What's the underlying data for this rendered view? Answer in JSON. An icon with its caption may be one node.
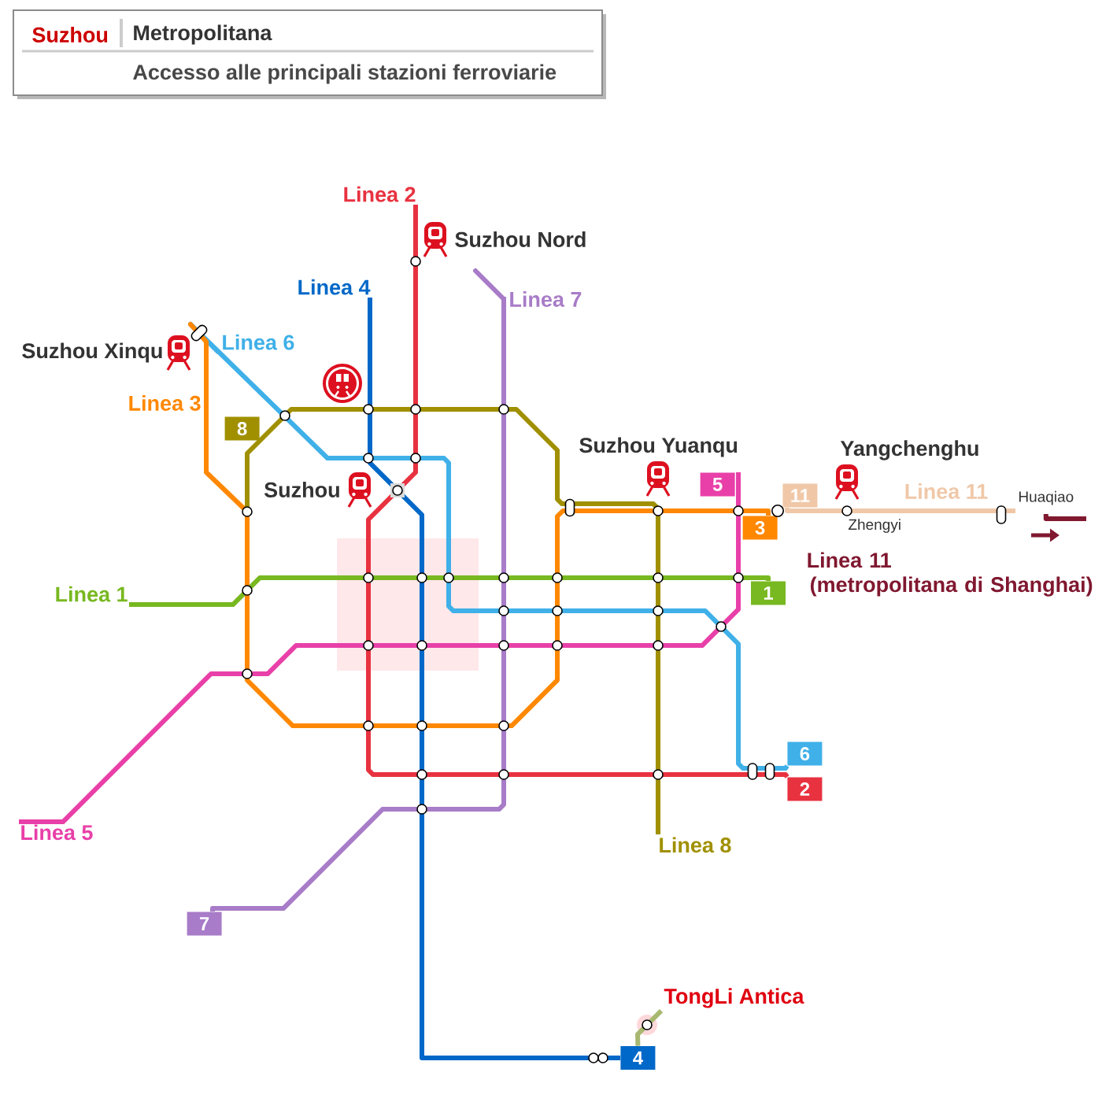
{
  "diagram": {
    "nodes": [
      {
        "text": [
          "Suzhou",
          "Metropolitana",
          "Accesso alle principali stazioni ferroviarie"
        ]
      },
      {
        "text": [
          "Linea 2"
        ]
      },
      {
        "text": [
          "Linea 4"
        ]
      },
      {
        "text": [
          "Linea 7"
        ]
      },
      {
        "text": [
          "Linea 6"
        ]
      },
      {
        "text": [
          "Linea 3"
        ]
      },
      {
        "text": [
          "8"
        ]
      },
      {
        "text": [
          "5"
        ]
      },
      {
        "text": [
          "11"
        ]
      },
      {
        "text": [
          "Huaqiao"
        ]
      },
      {
        "text": [
          "3"
        ]
      },
      {
        "text": [
          "Linea 1"
        ]
      },
      {
        "text": [
          "1"
        ]
      },
      {
        "text": [
          "6"
        ]
      },
      {
        "text": [
          "2"
        ]
      },
      {
        "text": [
          "Linea 5"
        ]
      },
      {
        "text": [
          "Linea 8"
        ]
      },
      {
        "text": [
          "7"
        ]
      },
      {
        "text": [
          "TongLi Antica"
        ]
      },
      {
        "text": [
          "4"
        ]
      }
    ],
    "edges": [
      {
        "from": 1,
        "to": 14,
        "arrow": "none",
        "color": "#e83240"
      },
      {
        "from": 2,
        "to": 19,
        "arrow": "none",
        "color": "#0068c8"
      },
      {
        "from": 3,
        "to": 17,
        "arrow": "none",
        "color": "#a87cc8"
      },
      {
        "from": 4,
        "to": 13,
        "arrow": "none",
        "color": "#40b0e8"
      },
      {
        "from": 5,
        "to": 10,
        "arrow": "none",
        "color": "#ff8800"
      },
      {
        "from": 16,
        "to": 6,
        "arrow": "none",
        "color": "#a09000"
      },
      {
        "from": 15,
        "to": 7,
        "arrow": "none",
        "color": "#e840a8"
      },
      {
        "from": 11,
        "to": 12,
        "arrow": "none",
        "color": "#78b820"
      },
      {
        "from": 8,
        "to": 9,
        "arrow": "none",
        "label": "Linea 11",
        "color": "#f0c8a8"
      },
      {
        "from": 9,
        "to": null,
        "arrow": "none",
        "color": "#801830"
      },
      {
        "from": 19,
        "to": 18,
        "arrow": "none",
        "color": "#a8b870"
      }
    ],
    "labels": [
      "Suzhou Nord",
      "Suzhou Xinqu",
      "Suzhou Yuanqu",
      "Yangchenghu",
      "Suzhou",
      "Zhengyi",
      "Linea 11 (metropolitana di Shanghai)"
    ]
  }
}
